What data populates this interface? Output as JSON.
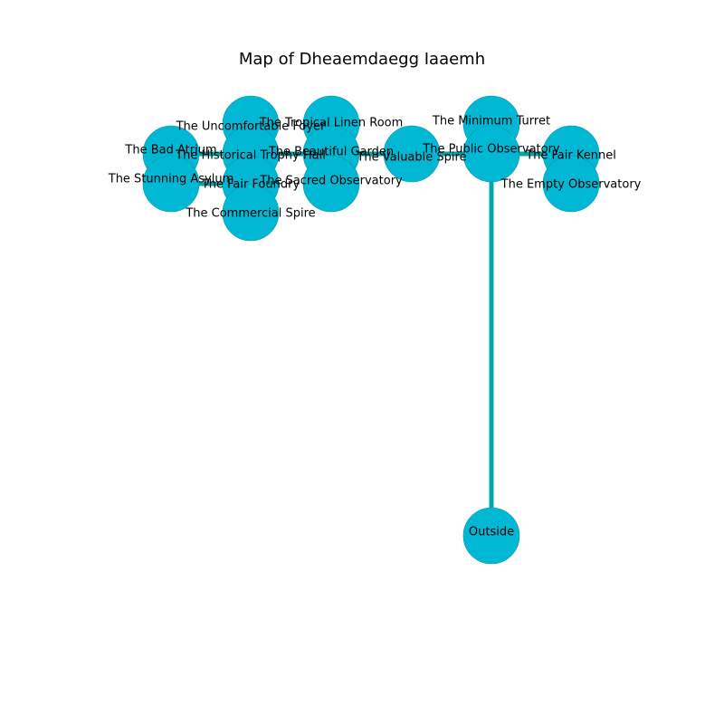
{
  "title": "Map of Dheaemdaegg Iaaemh",
  "colors": {
    "node_fill": "#00b8d4",
    "node_stroke": "#0097a7",
    "edge": "#00a8a8"
  },
  "nodes": [
    {
      "id": "uncomfortable_foyer",
      "label": "The Uncomfortable Foyer"
    },
    {
      "id": "tropical_linen_room",
      "label": "The Tropical Linen Room"
    },
    {
      "id": "minimum_turret",
      "label": "The Minimum Turret"
    },
    {
      "id": "bad_atrium",
      "label": "The Bad Atrium"
    },
    {
      "id": "historical_trophy_hall",
      "label": "The Historical Trophy Hall"
    },
    {
      "id": "beautiful_garden",
      "label": "The Beautiful Garden"
    },
    {
      "id": "valuable_spire",
      "label": "The Valuable Spire"
    },
    {
      "id": "public_observatory",
      "label": "The Public Observatory"
    },
    {
      "id": "fair_kennel",
      "label": "The Fair Kennel"
    },
    {
      "id": "stunning_asylum",
      "label": "The Stunning Asylum"
    },
    {
      "id": "fair_foundry",
      "label": "The Fair Foundry"
    },
    {
      "id": "sacred_observatory",
      "label": "The Sacred Observatory"
    },
    {
      "id": "empty_observatory",
      "label": "The Empty Observatory"
    },
    {
      "id": "commercial_spire",
      "label": "The Commercial Spire"
    },
    {
      "id": "outside",
      "label": "Outside"
    }
  ],
  "edges": [
    [
      "bad_atrium",
      "historical_trophy_hall"
    ],
    [
      "historical_trophy_hall",
      "beautiful_garden"
    ],
    [
      "beautiful_garden",
      "valuable_spire"
    ],
    [
      "valuable_spire",
      "public_observatory"
    ],
    [
      "public_observatory",
      "fair_kennel"
    ],
    [
      "stunning_asylum",
      "fair_foundry"
    ],
    [
      "uncomfortable_foyer",
      "historical_trophy_hall"
    ],
    [
      "historical_trophy_hall",
      "fair_foundry"
    ],
    [
      "fair_foundry",
      "commercial_spire"
    ],
    [
      "tropical_linen_room",
      "beautiful_garden"
    ],
    [
      "beautiful_garden",
      "sacred_observatory"
    ],
    [
      "minimum_turret",
      "public_observatory"
    ],
    [
      "fair_kennel",
      "empty_observatory"
    ],
    [
      "public_observatory",
      "outside"
    ]
  ]
}
